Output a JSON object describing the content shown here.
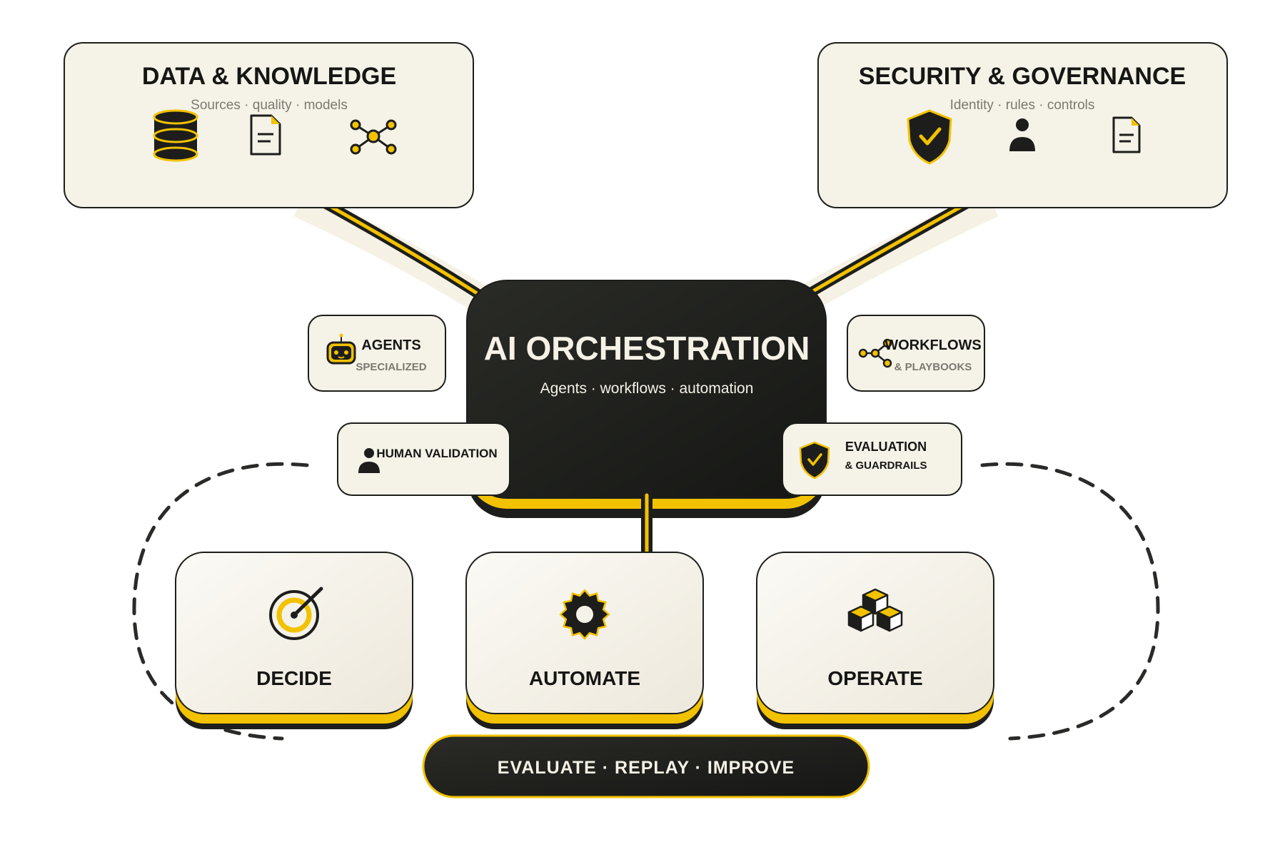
{
  "colors": {
    "accent": "#f2c200",
    "dark": "#1d1e1b",
    "cream": "#f5f2e8",
    "muted": "#7a7a72"
  },
  "top_boxes": {
    "data_knowledge": {
      "title": "DATA & KNOWLEDGE",
      "subtitle": "Sources · quality · models",
      "icons": [
        "database-icon",
        "document-icon",
        "network-icon"
      ]
    },
    "security_governance": {
      "title": "SECURITY & GOVERNANCE",
      "subtitle": "Identity · rules · controls",
      "icons": [
        "shield-check-icon",
        "user-icon",
        "document-icon"
      ]
    }
  },
  "hub": {
    "title": "AI ORCHESTRATION",
    "subtitle": "Agents · workflows · automation"
  },
  "chips": {
    "agents": {
      "title": "AGENTS",
      "subtitle": "SPECIALIZED",
      "icon": "robot-icon"
    },
    "workflows": {
      "title": "WORKFLOWS",
      "subtitle": "& PLAYBOOKS",
      "icon": "workflow-icon"
    },
    "human_validation": {
      "title": "HUMAN VALIDATION",
      "icon": "user-icon"
    },
    "evaluation": {
      "title": "EVALUATION",
      "subtitle": "& GUARDRAILS",
      "icon": "shield-check-icon"
    }
  },
  "cards": [
    {
      "label": "DECIDE",
      "icon": "target-icon"
    },
    {
      "label": "AUTOMATE",
      "icon": "gear-icon"
    },
    {
      "label": "OPERATE",
      "icon": "cubes-icon"
    }
  ],
  "loop_bar": {
    "label": "EVALUATE · REPLAY · IMPROVE"
  }
}
